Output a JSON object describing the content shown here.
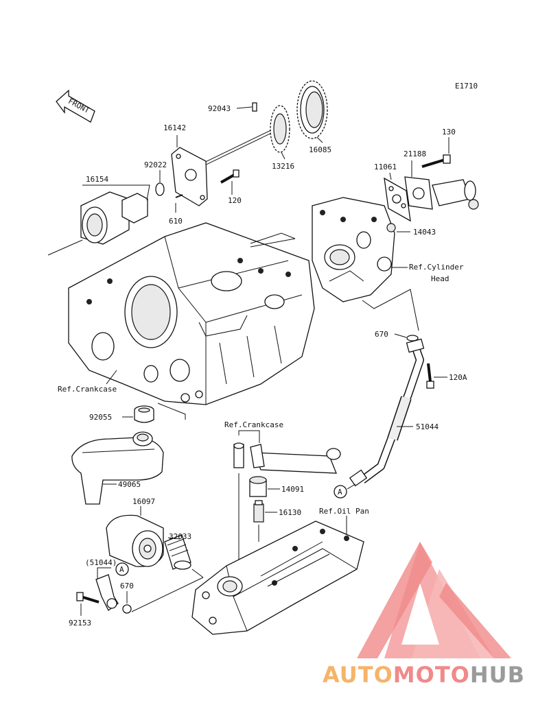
{
  "diagram_code": "E1710",
  "front_label": "FRONT",
  "labels": {
    "p92043": "92043",
    "p16142": "16142",
    "p16085": "16085",
    "p13216": "13216",
    "p92022": "92022",
    "p16154": "16154",
    "p120": "120",
    "p610": "610",
    "p130": "130",
    "p21188": "21188",
    "p11061": "11061",
    "p14043": "14043",
    "ref_cyl_1": "Ref.Cylinder",
    "ref_cyl_2": "Head",
    "p670a": "670",
    "p120a": "120A",
    "ref_crankcase_1": "Ref.Crankcase",
    "p92055": "92055",
    "ref_crankcase_2": "Ref.Crankcase",
    "p51044": "51044",
    "p49065": "49065",
    "p14091": "14091",
    "mark_a1": "A",
    "p16097": "16097",
    "p16130": "16130",
    "ref_oilpan": "Ref.Oil Pan",
    "p32033": "32033",
    "p51044b": "(51044)",
    "mark_a2": "A",
    "p670b": "670",
    "p92153": "92153"
  },
  "watermark": {
    "part1": "AUTO",
    "part2": "MOTO",
    "part3": "HUB",
    "color1": "#f5b46a",
    "color2": "#f08a8a",
    "color3": "#9a9a9a"
  }
}
